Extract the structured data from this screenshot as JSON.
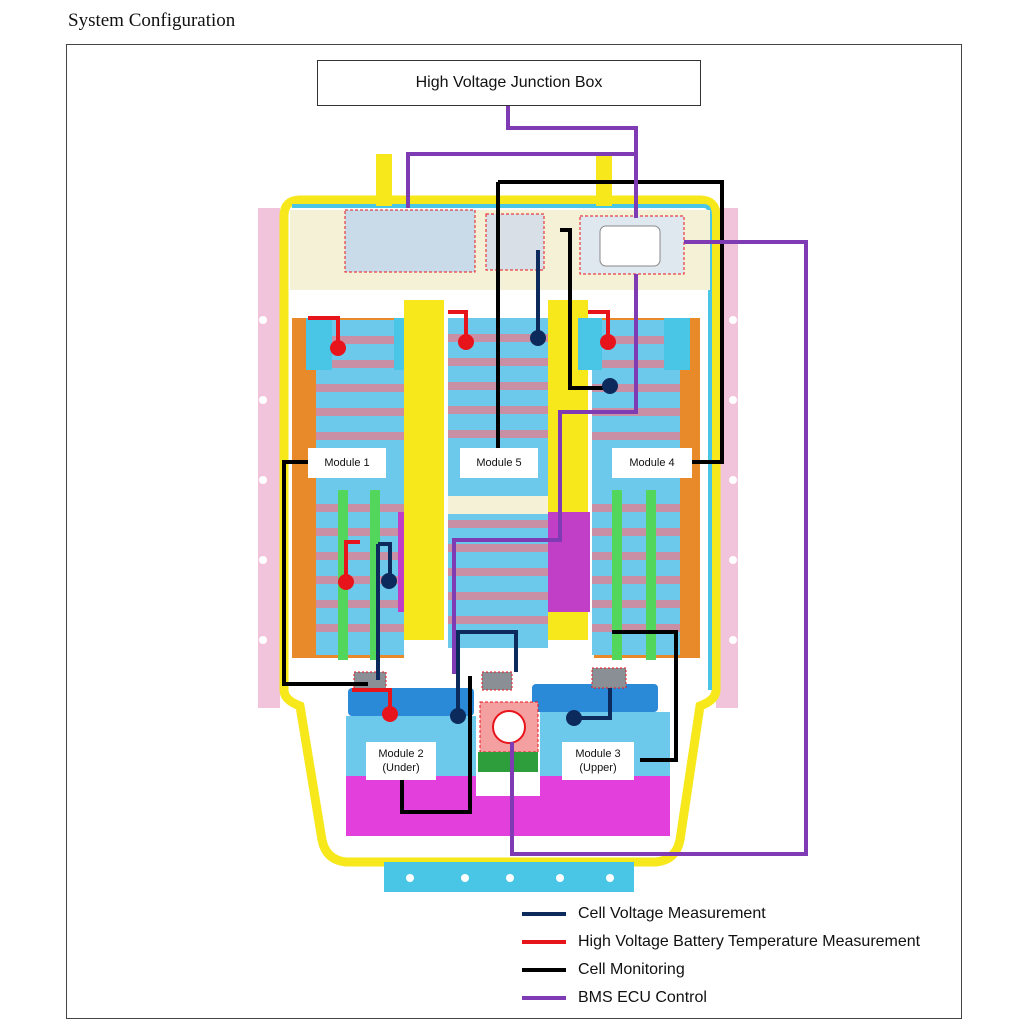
{
  "heading": "System Configuration",
  "junction_box": "High Voltage Junction Box",
  "modules": {
    "m1": "Module 1",
    "m5": "Module 5",
    "m4": "Module 4",
    "m2": {
      "name": "Module 2",
      "note": "(Under)"
    },
    "m3": {
      "name": "Module 3",
      "note": "(Upper)"
    }
  },
  "legend": [
    {
      "label": "Cell Voltage Measurement",
      "color": "#0d2a5c"
    },
    {
      "label": "High Voltage Battery Temperature Measurement",
      "color": "#e8141c"
    },
    {
      "label": "Cell Monitoring",
      "color": "#000000"
    },
    {
      "label": "BMS ECU Control",
      "color": "#7e3bb4"
    }
  ],
  "colors": {
    "frame_yellow": "#f7e81c",
    "frame_cyan": "#49c6e5",
    "cell_blue": "#6cc9ec",
    "cell_pink": "#c98fa4",
    "busbar_green": "#52d65c",
    "module_purple": "#c13fc7",
    "module_magenta": "#e23fdc",
    "side_pink": "#f2c4dc",
    "module_orange": "#e98a2a",
    "bms_ecu": "#dfe7ef"
  }
}
